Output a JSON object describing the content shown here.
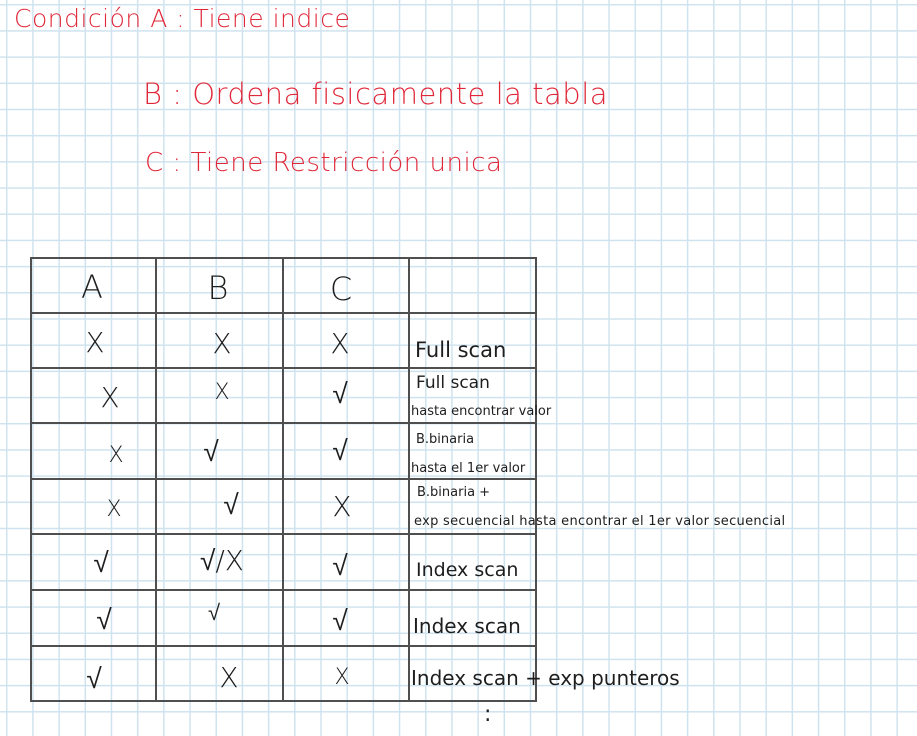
{
  "conditions": {
    "a": "Condición A : Tiene indice",
    "b": "B : Ordena fisicamente la tabla",
    "c": "C : Tiene Restricción unica"
  },
  "table": {
    "headers": [
      "A",
      "B",
      "C"
    ],
    "rows": [
      {
        "a": "X",
        "b": "X",
        "c": "X",
        "label_lines": [
          "Full scan"
        ]
      },
      {
        "a": "X",
        "b": "X",
        "c": "√",
        "label_lines": [
          "Full scan",
          "hasta encontrar valor"
        ]
      },
      {
        "a": "X",
        "b": "√",
        "c": "√",
        "label_lines": [
          "B.binaria",
          "hasta el 1er valor"
        ]
      },
      {
        "a": "X",
        "b": "√",
        "c": "X",
        "label_lines": [
          "B.binaria +",
          "exp secuencial hasta encontrar el 1er valor secuencial"
        ]
      },
      {
        "a": "√",
        "b": "√/X",
        "c": "√",
        "label_lines": [
          "Index scan"
        ]
      },
      {
        "a": "√",
        "b": "√",
        "c": "√",
        "label_lines": [
          "Index scan"
        ]
      },
      {
        "a": "√",
        "b": "X",
        "c": "X",
        "label_lines": [
          "Index scan + exp punteros"
        ]
      }
    ]
  },
  "trailing_mark": ":"
}
